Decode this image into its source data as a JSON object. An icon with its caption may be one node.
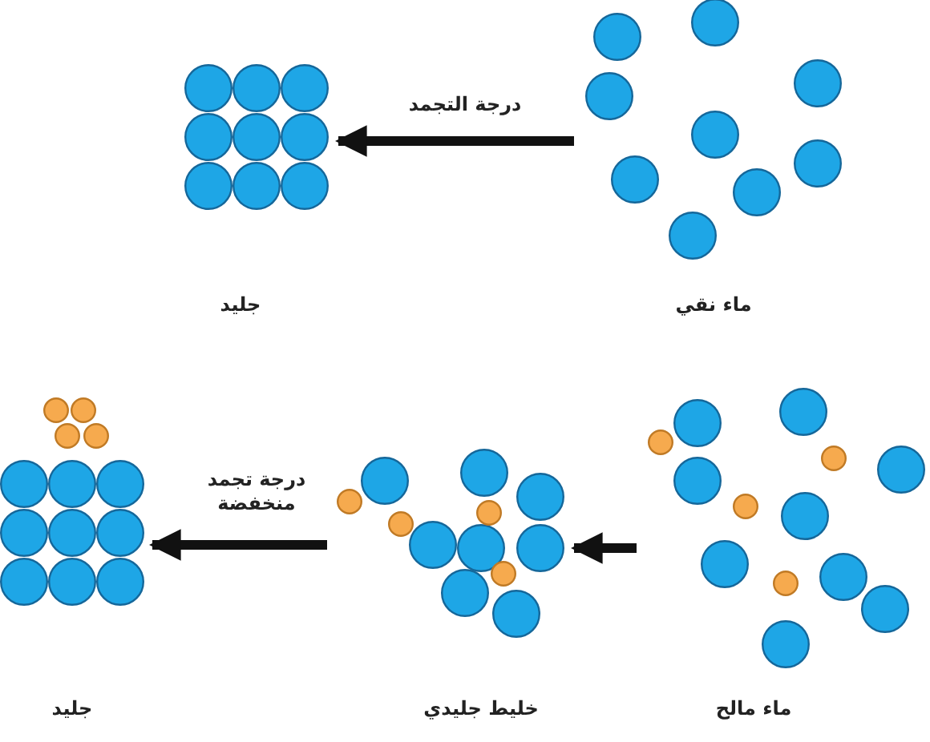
{
  "diagram": {
    "nodes": [
      {
        "text": [
          "ماء نقي"
        ]
      },
      {
        "text": [
          "جليد"
        ]
      },
      {
        "text": [
          "ماء مالح"
        ]
      },
      {
        "text": [
          "خليط جليدي"
        ]
      },
      {
        "text": [
          "جليد"
        ]
      }
    ],
    "edges": [
      {
        "from": 0,
        "to": 1,
        "arrow": "to",
        "label": "درجة التجمد"
      },
      {
        "from": 2,
        "to": 3,
        "arrow": "to"
      },
      {
        "from": 3,
        "to": 4,
        "arrow": "to",
        "label": "درجة تجمد منخفضة"
      }
    ]
  }
}
